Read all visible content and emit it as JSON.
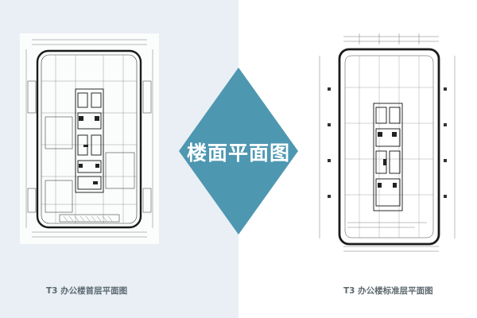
{
  "center_label": "楼面平面图",
  "captions": {
    "left": "T3 办公楼首层平面图",
    "right": "T3 办公楼标准层平面图"
  },
  "colors": {
    "left_background": "#e9eff4",
    "diamond": "#4e97b1",
    "line": "#1b1b1b",
    "caption": "#5b6b72"
  }
}
